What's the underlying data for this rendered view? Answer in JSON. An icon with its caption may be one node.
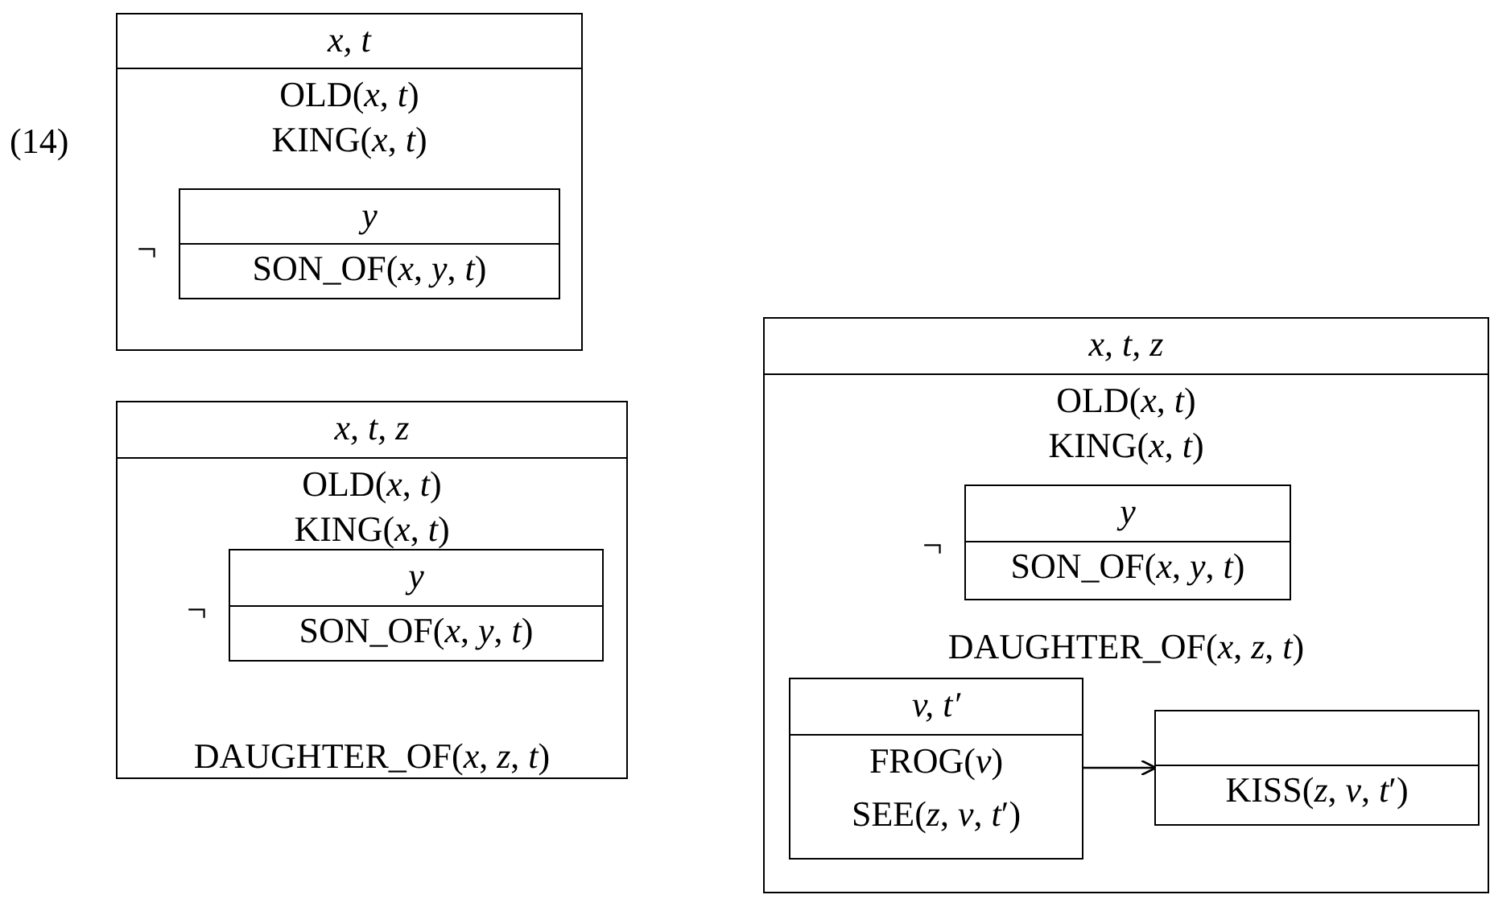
{
  "diagram": {
    "nodes": [
      {
        "text": [
          "x, t",
          "OLD(*x*, *t*)",
          "KING(*x*, *t*)"
        ]
      },
      {
        "text": [
          "y",
          "SON_OF(*x*, *y*, *t*)"
        ],
        "in": 0,
        "beside": [
          "¬"
        ]
      },
      {
        "text": [
          "x, t, z",
          "OLD(*x*, *t*)",
          "KING(*x*, *t*)",
          "DAUGHTER_OF(*x*, *z*, *t*)"
        ]
      },
      {
        "text": [
          "y",
          "SON_OF(*x*, *y*, *t*)"
        ],
        "in": 2,
        "beside": [
          "¬"
        ]
      },
      {
        "text": [
          "x, t, z",
          "OLD(*x*, *t*)",
          "KING(*x*, *t*)",
          "DAUGHTER_OF(*x*, *z*, *t*)"
        ]
      },
      {
        "text": [
          "y",
          "SON_OF(*x*, *y*, *t*)"
        ],
        "in": 4,
        "beside": [
          "¬"
        ]
      },
      {
        "text": [
          "v, t′",
          "FROG(*v*)",
          "SEE(*z*, *v*, *t*′)"
        ],
        "in": 4
      },
      {
        "text": [
          "KISS(*z*, *v*, *t*′)"
        ],
        "in": 4
      }
    ],
    "edges": [
      {
        "from": 6,
        "to": 7,
        "arrow": "to"
      }
    ],
    "labels": [
      "(14)"
    ]
  }
}
